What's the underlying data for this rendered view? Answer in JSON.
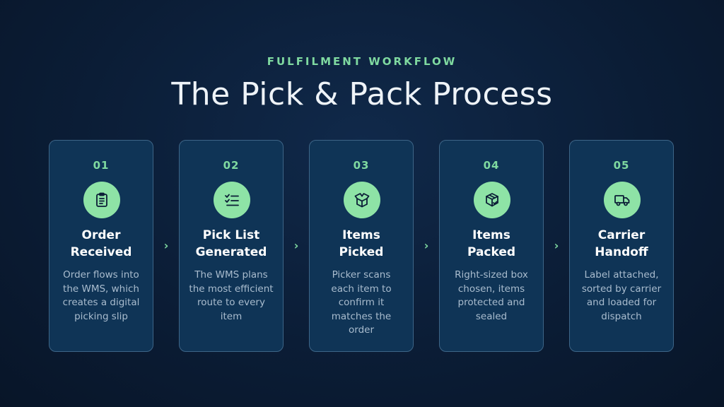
{
  "eyebrow": "FULFILMENT WORKFLOW",
  "title": "The Pick & Pack Process",
  "colors": {
    "accent": "#7fd9a0",
    "icon_bg": "#8ee3a6",
    "card_bg": "#0f3456",
    "card_border": "#3d6587"
  },
  "steps": [
    {
      "number": "01",
      "icon": "clipboard-icon",
      "title": "Order Received",
      "description": "Order flows into the WMS, which creates a digital picking slip"
    },
    {
      "number": "02",
      "icon": "checklist-icon",
      "title": "Pick List Generated",
      "description": "The WMS plans the most efficient route to every item"
    },
    {
      "number": "03",
      "icon": "open-box-icon",
      "title": "Items Picked",
      "description": "Picker scans each item to confirm it matches the order"
    },
    {
      "number": "04",
      "icon": "packed-box-icon",
      "title": "Items Packed",
      "description": "Right-sized box chosen, items protected and sealed"
    },
    {
      "number": "05",
      "icon": "truck-icon",
      "title": "Carrier Handoff",
      "description": "Label attached, sorted by carrier and loaded for dispatch"
    }
  ]
}
